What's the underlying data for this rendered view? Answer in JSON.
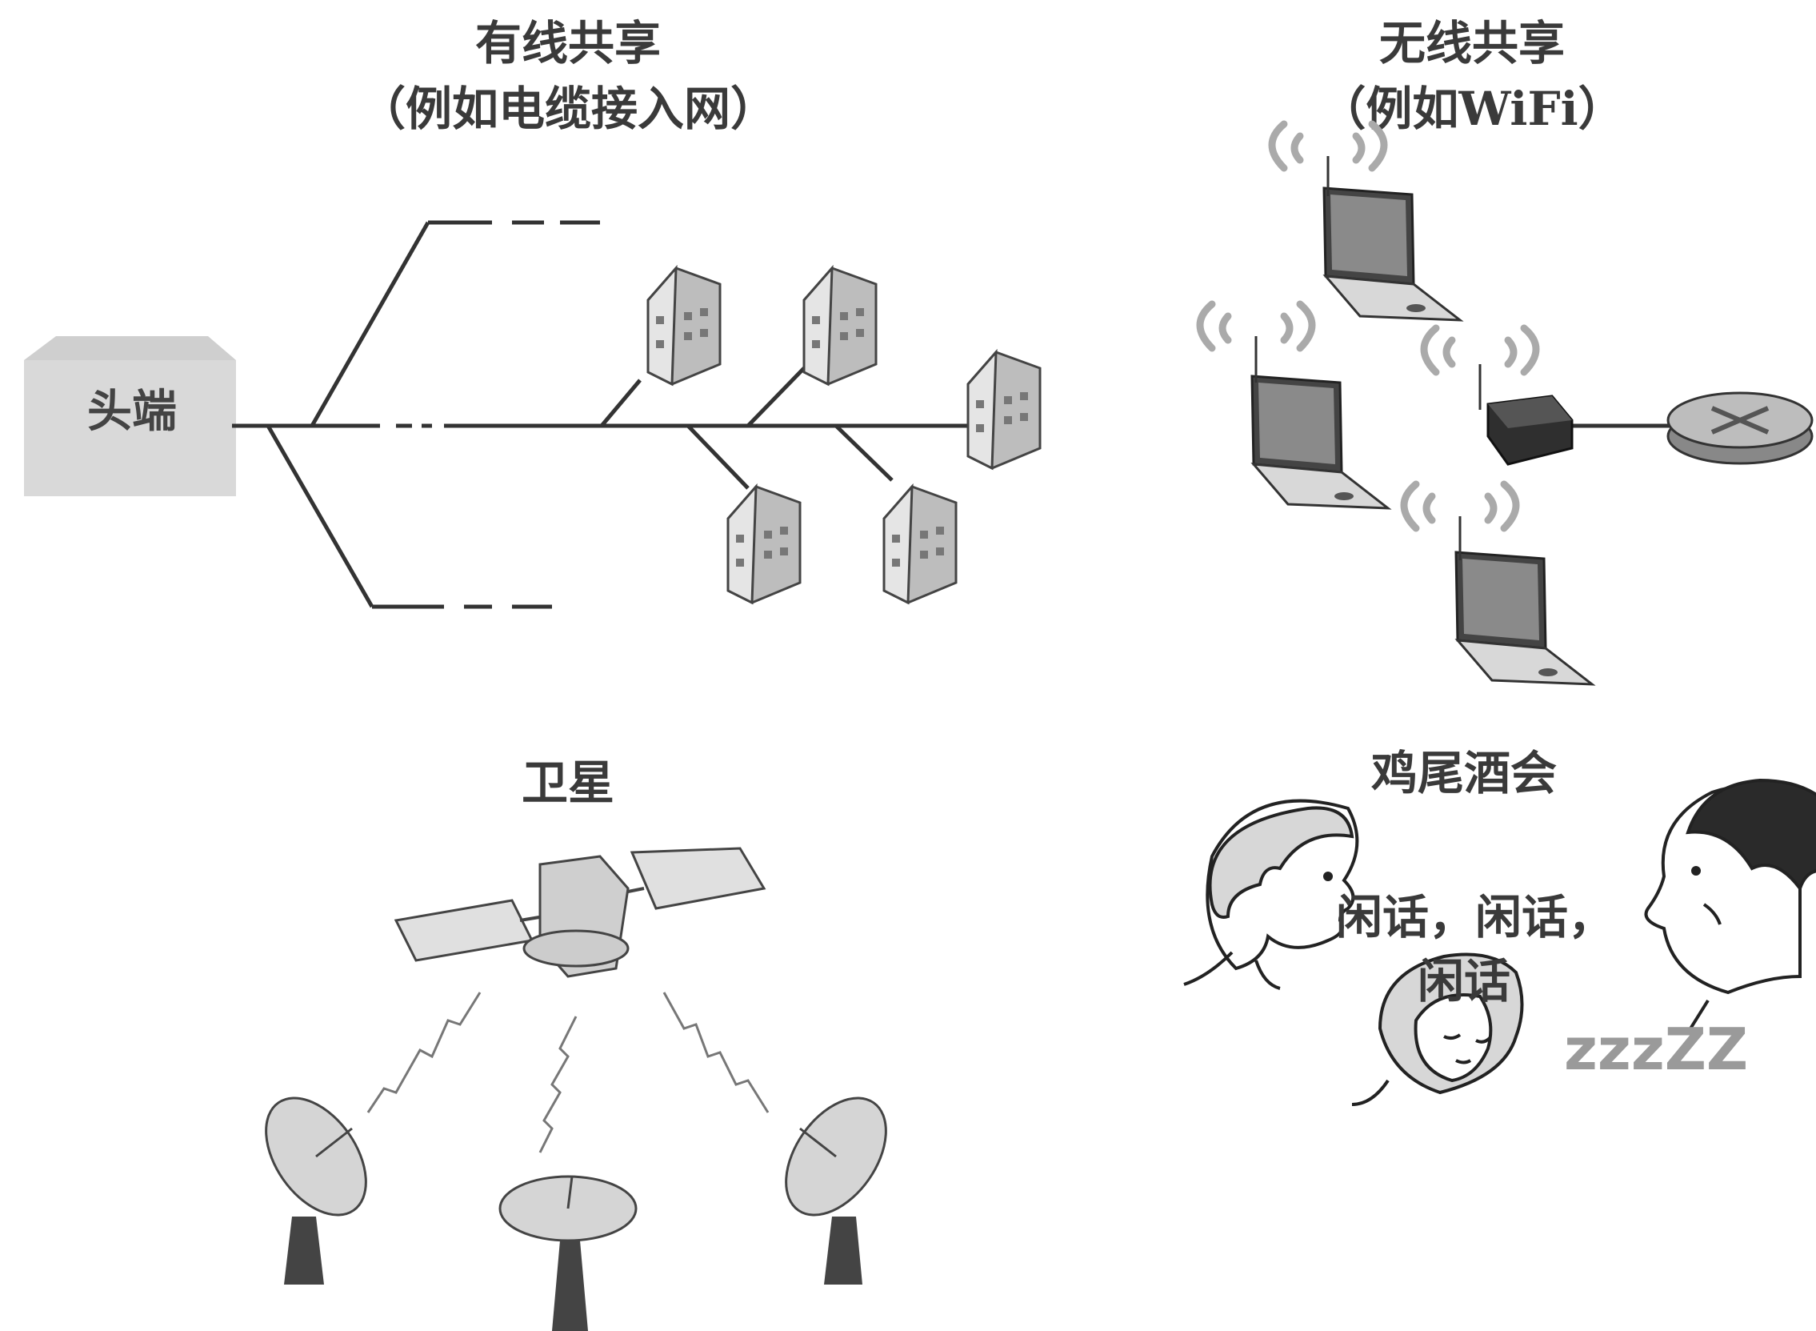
{
  "wired": {
    "title": "有线共享",
    "subtitle": "（例如电缆接入网）",
    "headend_label": "头端"
  },
  "wireless": {
    "title": "无线共享",
    "subtitle": "（例如WiFi）"
  },
  "satellite": {
    "title": "卫星"
  },
  "cocktail": {
    "title": "鸡尾酒会",
    "speech_line1": "闲话，闲话，",
    "speech_line2": "闲话",
    "snore": "zzzZZ"
  }
}
